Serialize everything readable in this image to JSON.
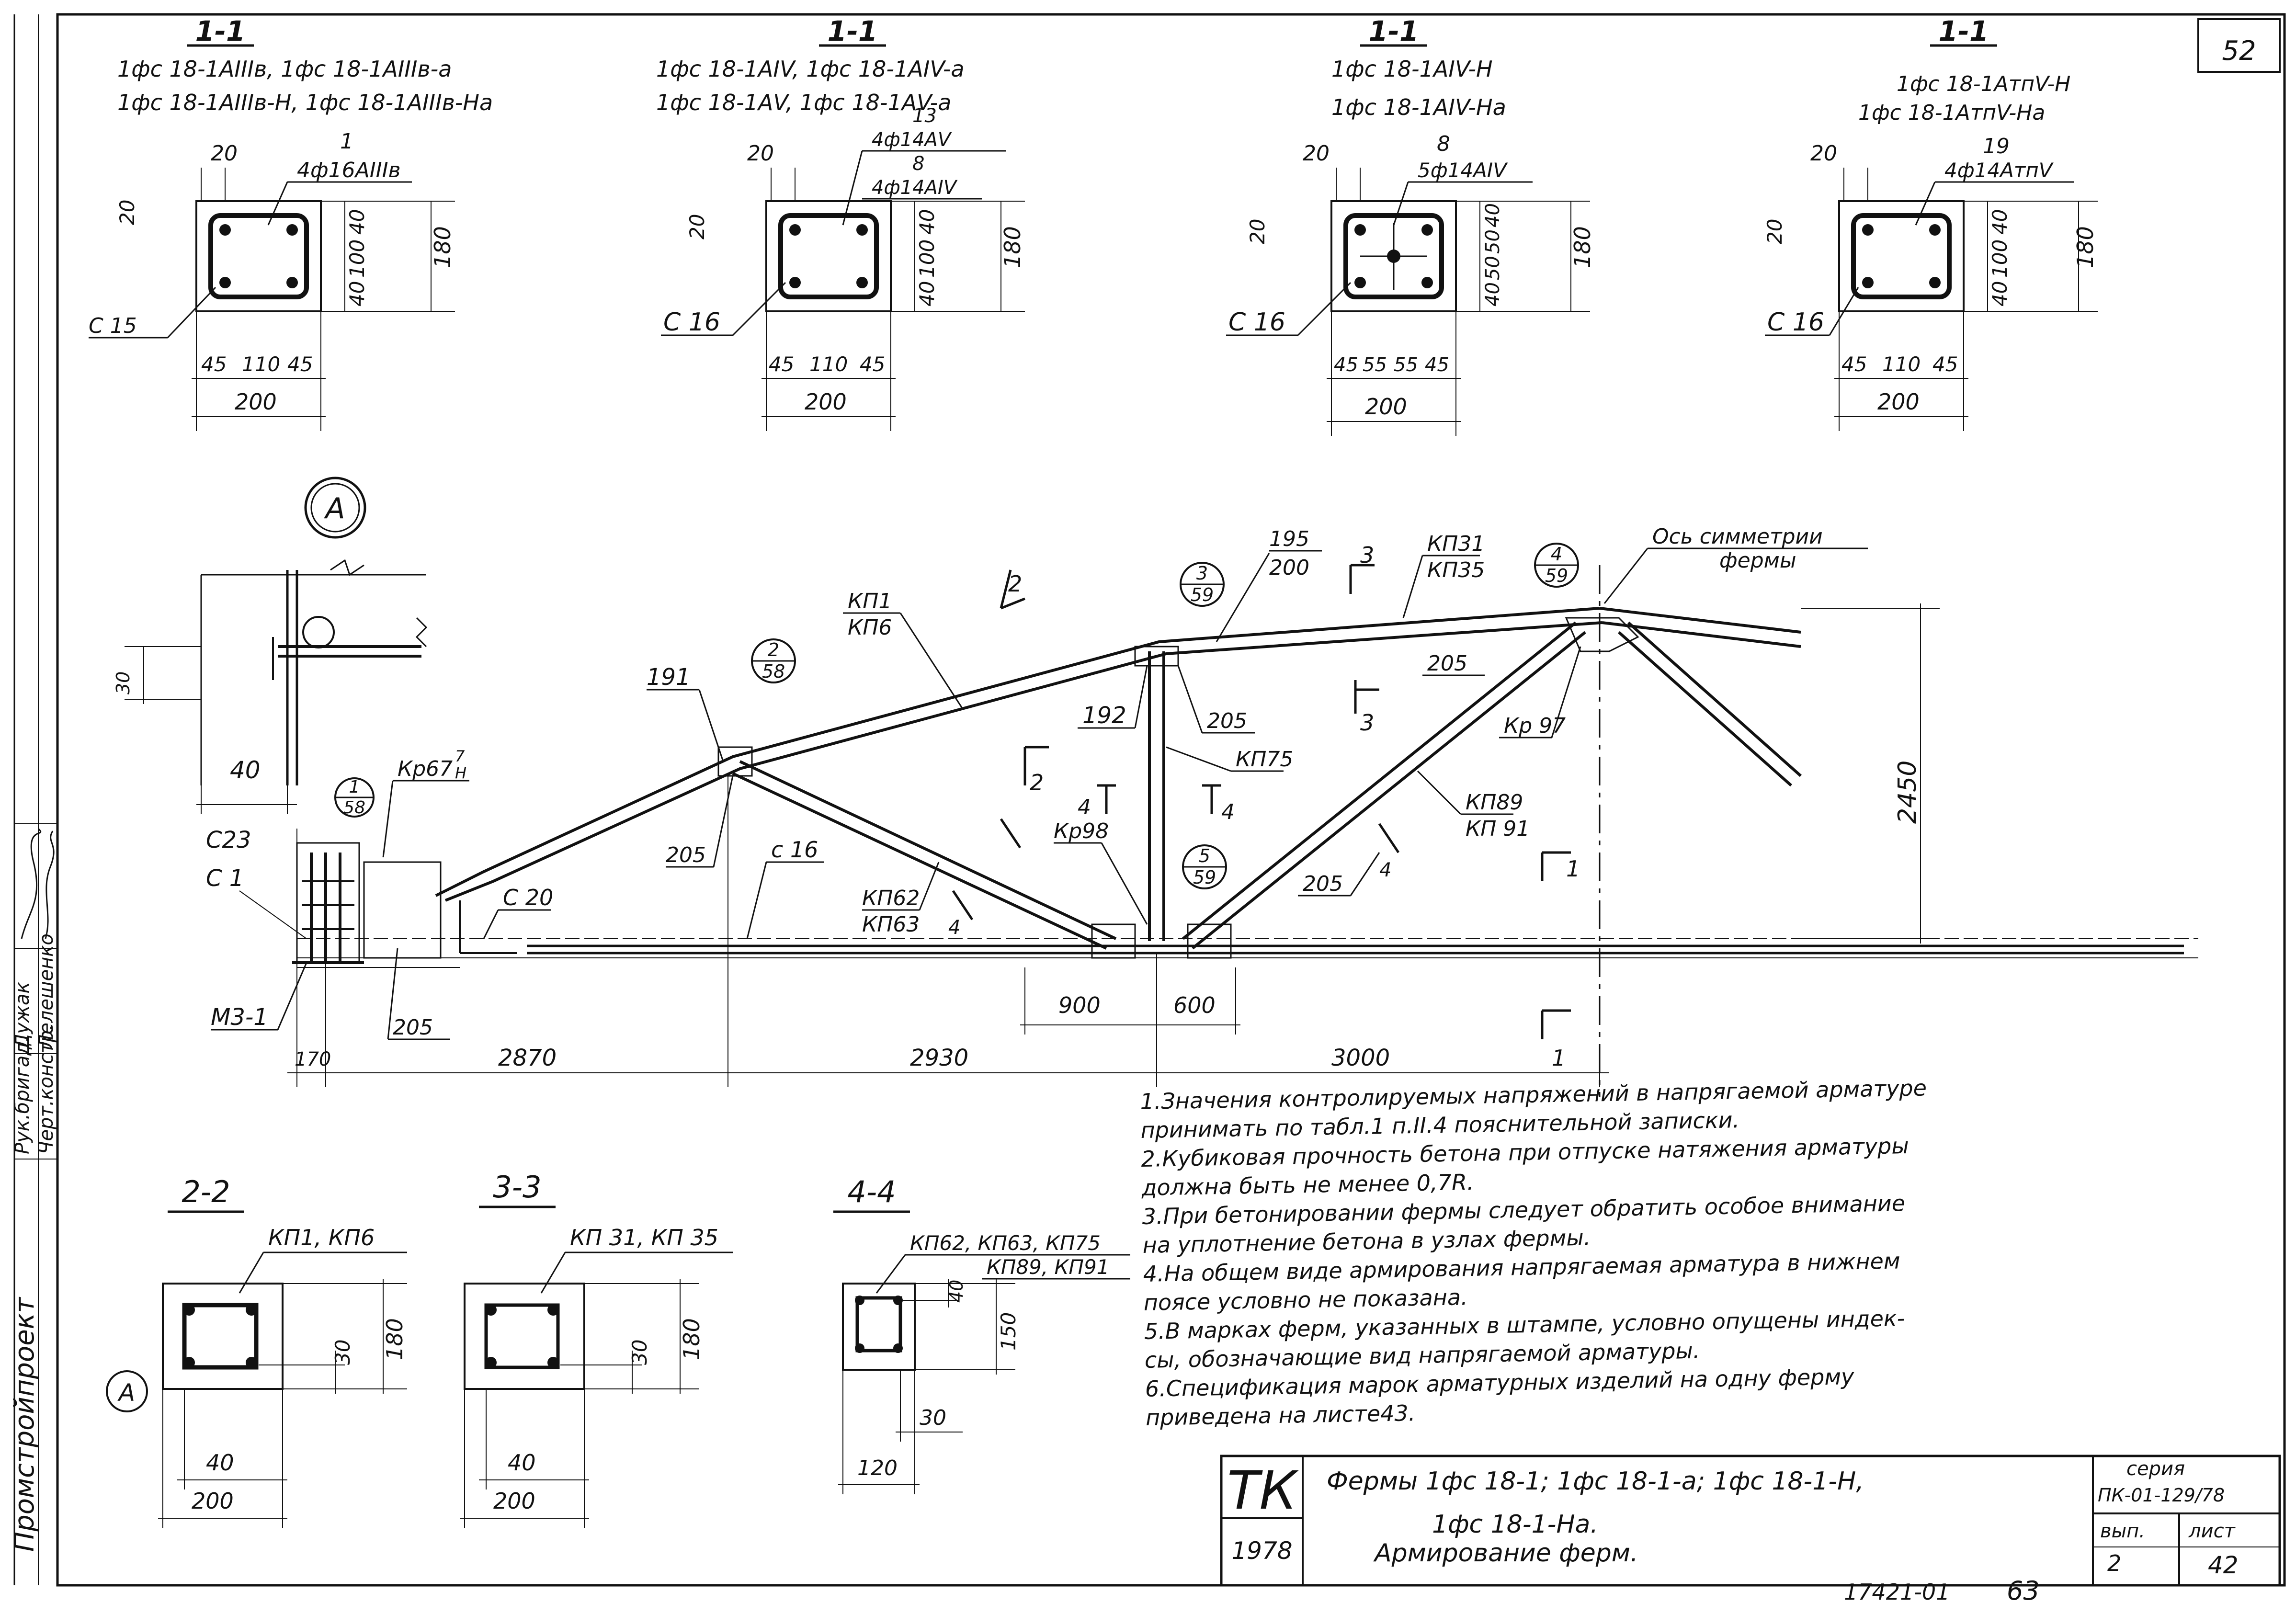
{
  "sheet": {
    "corner_no": "52",
    "stamp": "ТК",
    "year": "1978",
    "title_line1": "Фермы 1фс 18-1; 1фс 18-1-а; 1фс 18-1-Н,",
    "title_line2": "1фс 18-1-На.",
    "title_line3": "Армирование ферм.",
    "series_label": "серия",
    "series_value": "ПК-01-129/78",
    "issue_label": "вып.",
    "issue_value": "2",
    "sheet_label": "лист",
    "sheet_value": "42",
    "inventory": "17421-01",
    "page": "63",
    "org": "Промстройпроект",
    "side_roles": [
      "Рук.бригад.",
      "Черт.констр."
    ],
    "side_names": [
      "Дужак",
      "Лелешенко"
    ]
  },
  "sections_top": [
    {
      "cut": "1-1",
      "marks": [
        "1фс 18-1АIIIв, 1фс 18-1АIIIв-а",
        "1фс 18-1АIIIв-Н, 1фс 18-1АIIIв-На"
      ],
      "pos_no": "1",
      "rebar": "4ф16АIIIв",
      "clamp": "С 15",
      "dims_top": "20",
      "dims_left": "20",
      "dims_right": [
        "40",
        "100",
        "40"
      ],
      "height": "180",
      "dims_bottom": [
        "45",
        "110",
        "45"
      ],
      "width": "200"
    },
    {
      "cut": "1-1",
      "marks": [
        "1фс 18-1АIV, 1фс 18-1АIV-а",
        "1фс 18-1АV, 1фс 18-1АV-а"
      ],
      "pos_no": "13",
      "pos_no2": "8",
      "rebar": "4ф14АV",
      "rebar2": "4ф14АIV",
      "clamp": "С 16",
      "dims_top": "20",
      "dims_left": "20",
      "dims_right": [
        "40",
        "100",
        "40"
      ],
      "height": "180",
      "dims_bottom": [
        "45",
        "110",
        "45"
      ],
      "width": "200"
    },
    {
      "cut": "1-1",
      "marks": [
        "1фс 18-1АIV-Н",
        "1фс 18-1АIV-На"
      ],
      "pos_no": "8",
      "rebar": "5ф14АIV",
      "clamp": "С 16",
      "dims_top": "20",
      "dims_left": "20",
      "dims_right": [
        "40",
        "50",
        "50",
        "40"
      ],
      "height": "180",
      "dims_bottom": [
        "45",
        "55",
        "55",
        "45"
      ],
      "width": "200"
    },
    {
      "cut": "1-1",
      "marks": [
        "1фс 18-1АтпV-Н",
        "1фс 18-1АтпV-На"
      ],
      "pos_no": "19",
      "rebar": "4ф14АтпV",
      "clamp": "С 16",
      "dims_top": "20",
      "dims_left": "20",
      "dims_right": [
        "40",
        "100",
        "40"
      ],
      "height": "180",
      "dims_bottom": [
        "45",
        "110",
        "45"
      ],
      "width": "200"
    }
  ],
  "detail_a": {
    "marker": "A",
    "dim_v": "30",
    "dim_h": "40"
  },
  "truss": {
    "axis_note": [
      "Ось симметрии",
      "фермы"
    ],
    "node_refs": [
      {
        "num": "1",
        "sheet": "58"
      },
      {
        "num": "2",
        "sheet": "58"
      },
      {
        "num": "3",
        "sheet": "59"
      },
      {
        "num": "4",
        "sheet": "59"
      },
      {
        "num": "5",
        "sheet": "59"
      }
    ],
    "labels": {
      "kp67": "Кр67",
      "kp67_sup": "7",
      "kp67_sub": "Н",
      "c23": "С23",
      "c1": "С 1",
      "m3": "М3-1",
      "c20": "С 20",
      "c16": "с 16",
      "n191": "191",
      "n192": "192",
      "n195": "195",
      "n200": "200",
      "kp1": "КП1",
      "kp6": "КП6",
      "kp31": "КП31",
      "kp35": "КП35",
      "kp62": "КП62",
      "kp63": "КП63",
      "kp75": "КП75",
      "kp98": "Кр98",
      "kp89": "КП89",
      "kp91": "КП 91",
      "kp97": "Кр 97",
      "n205": "205",
      "height": "2450",
      "cut1": "1",
      "cut2": "2",
      "cut3": "3",
      "cut4": "4"
    },
    "bottom_dims": [
      "170",
      "205",
      "2870",
      "2930",
      "3000"
    ],
    "mid_dims": [
      "900",
      "600"
    ]
  },
  "sections_bottom": [
    {
      "cut": "2-2",
      "label": "КП1, КП6",
      "d_small": "30",
      "height": "180",
      "d_in": "40",
      "width": "200",
      "marker": "A"
    },
    {
      "cut": "3-3",
      "label": "КП 31, КП 35",
      "d_small": "30",
      "height": "180",
      "d_in": "40",
      "width": "200"
    },
    {
      "cut": "4-4",
      "label1": "КП62, КП63, КП75",
      "label2": "КП89, КП91",
      "d_top": "40",
      "height": "150",
      "d_small": "30",
      "width": "120"
    }
  ],
  "notes": [
    "1.Значения контролируемых напряжений в напрягаемой арматуре",
    "принимать по табл.1 п.II.4 пояснительной записки.",
    "2.Кубиковая прочность бетона при отпуске натяжения арматуры",
    "должна быть не менее 0,7R.",
    "3.При бетонировании фермы следует обратить особое внимание",
    "на уплотнение бетона в узлах фермы.",
    "4.На общем виде армирования напрягаемая арматура в нижнем",
    "поясе условно не показана.",
    "5.В марках ферм, указанных в штампе, условно опущены индек-",
    "сы, обозначающие вид напрягаемой арматуры.",
    "6.Спецификация марок арматурных изделий на одну ферму",
    "приведена на листе43."
  ]
}
